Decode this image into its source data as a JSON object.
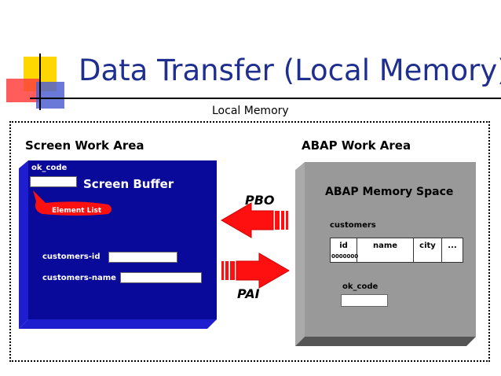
{
  "title": "Data Transfer (Local Memory)",
  "local_memory_label": "Local Memory",
  "screen": {
    "section_title": "Screen Work Area",
    "ok_code_label": "ok_code",
    "buffer_label": "Screen Buffer",
    "element_list_label": "Element List",
    "customers_id_label": "customers-id",
    "customers_name_label": "customers-name"
  },
  "abap": {
    "section_title": "ABAP Work Area",
    "memory_space_label": "ABAP Memory Space",
    "customers_label": "customers",
    "table": {
      "headers": [
        "id",
        "name",
        "city",
        "..."
      ],
      "id_value": "0000000"
    },
    "ok_code_label": "ok_code"
  },
  "arrows": {
    "pbo": "PBO",
    "pai": "PAI"
  },
  "colors": {
    "title": "#1f2f8f",
    "screen_box": "#0a0a9a",
    "arrow": "#ff0000",
    "abap_box": "#999999"
  }
}
